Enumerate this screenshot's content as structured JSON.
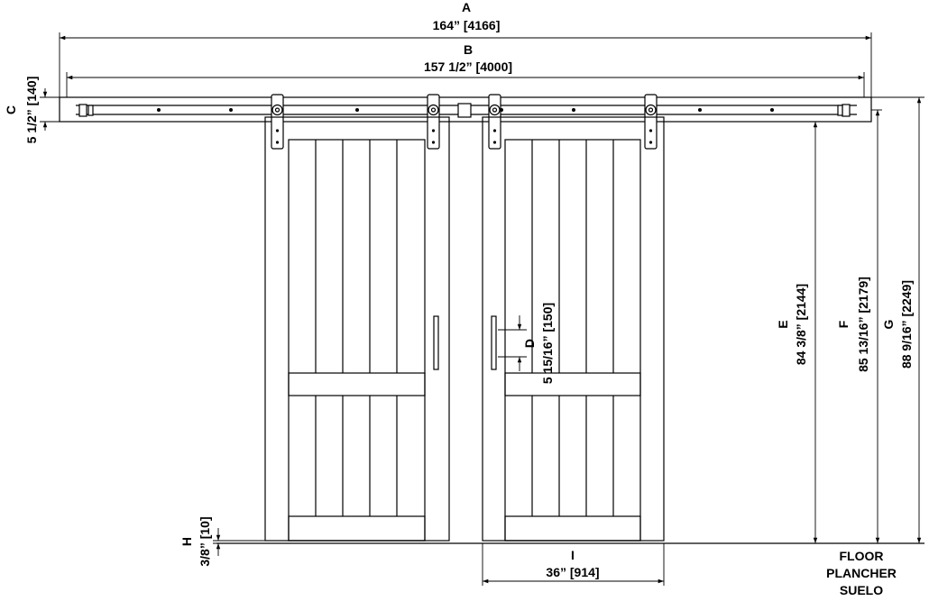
{
  "dimensions": {
    "A": {
      "letter": "A",
      "value": "164” [4166]"
    },
    "B": {
      "letter": "B",
      "value": "157 1/2” [4000]"
    },
    "C": {
      "letter": "C",
      "value": "5 1/2” [140]"
    },
    "D": {
      "letter": "D",
      "value": "5 15/16” [150]"
    },
    "E": {
      "letter": "E",
      "value": "84 3/8” [2144]"
    },
    "F": {
      "letter": "F",
      "value": "85 13/16” [2179]"
    },
    "G": {
      "letter": "G",
      "value": "88 9/16” [2249]"
    },
    "H": {
      "letter": "H",
      "value": "3/8” [10]"
    },
    "I": {
      "letter": "I",
      "value": "36” [914]"
    }
  },
  "floor_label": [
    "FLOOR",
    "PLANCHER",
    "SUELO"
  ]
}
